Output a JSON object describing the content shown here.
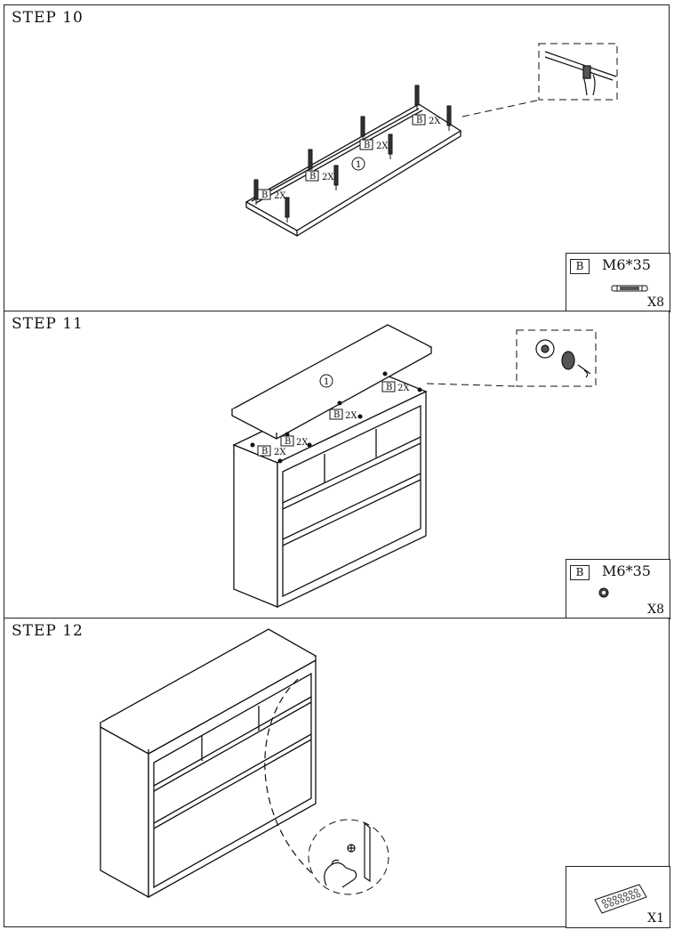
{
  "steps": [
    {
      "title": "STEP 10",
      "part": {
        "code": "B",
        "spec": "M6*35",
        "qty": "X8"
      },
      "callouts": [
        {
          "code": "B",
          "count": "2X"
        },
        {
          "code": "B",
          "count": "2X"
        },
        {
          "code": "B",
          "count": "2X"
        },
        {
          "code": "B",
          "count": "2X"
        }
      ],
      "panel_number": "1"
    },
    {
      "title": "STEP 11",
      "part": {
        "code": "B",
        "spec": "M6*35",
        "qty": "X8"
      },
      "callouts": [
        {
          "code": "B",
          "count": "2X"
        },
        {
          "code": "B",
          "count": "2X"
        },
        {
          "code": "B",
          "count": "2X"
        },
        {
          "code": "B",
          "count": "2X"
        }
      ],
      "panel_number": "1"
    },
    {
      "title": "STEP 12",
      "part": {
        "qty": "X1"
      }
    }
  ]
}
